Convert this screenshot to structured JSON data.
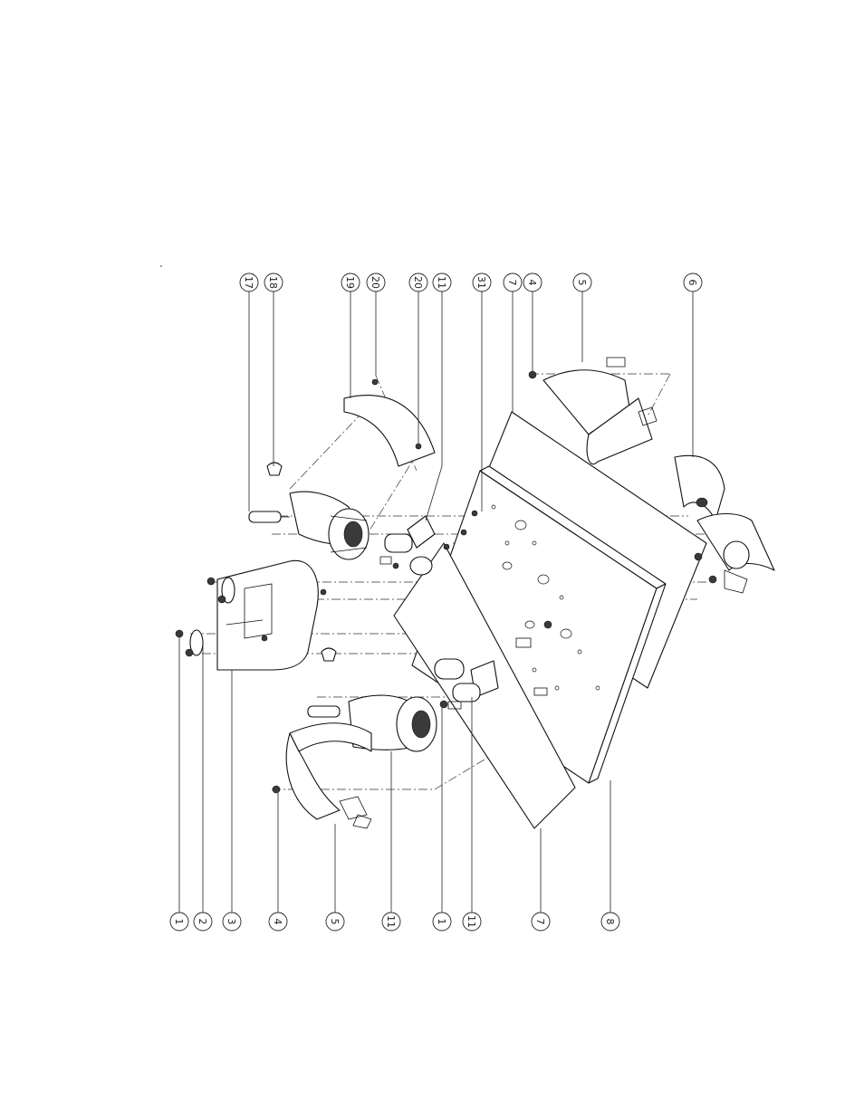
{
  "document": {
    "type": "exploded-parts-diagram",
    "orientation": "rotated-90-clockwise"
  },
  "colors": {
    "line": "#111111",
    "background": "#ffffff"
  },
  "callouts": {
    "top": [
      {
        "id": "c17",
        "label": "17"
      },
      {
        "id": "c18",
        "label": "18"
      },
      {
        "id": "c19",
        "label": "19"
      },
      {
        "id": "c20a",
        "label": "20"
      },
      {
        "id": "c20b",
        "label": "20"
      },
      {
        "id": "c11a",
        "label": "11"
      },
      {
        "id": "c31",
        "label": "31"
      },
      {
        "id": "c7a",
        "label": "7"
      },
      {
        "id": "c4a",
        "label": "4"
      },
      {
        "id": "c5a",
        "label": "5"
      },
      {
        "id": "c6",
        "label": "6"
      }
    ],
    "bottom": [
      {
        "id": "c1a",
        "label": "1"
      },
      {
        "id": "c2",
        "label": "2"
      },
      {
        "id": "c3",
        "label": "3"
      },
      {
        "id": "c4b",
        "label": "4"
      },
      {
        "id": "c5b",
        "label": "5"
      },
      {
        "id": "c11b",
        "label": "11"
      },
      {
        "id": "c1b",
        "label": "1"
      },
      {
        "id": "c11c",
        "label": "11"
      },
      {
        "id": "c7b",
        "label": "7"
      },
      {
        "id": "c8",
        "label": "8"
      }
    ]
  }
}
